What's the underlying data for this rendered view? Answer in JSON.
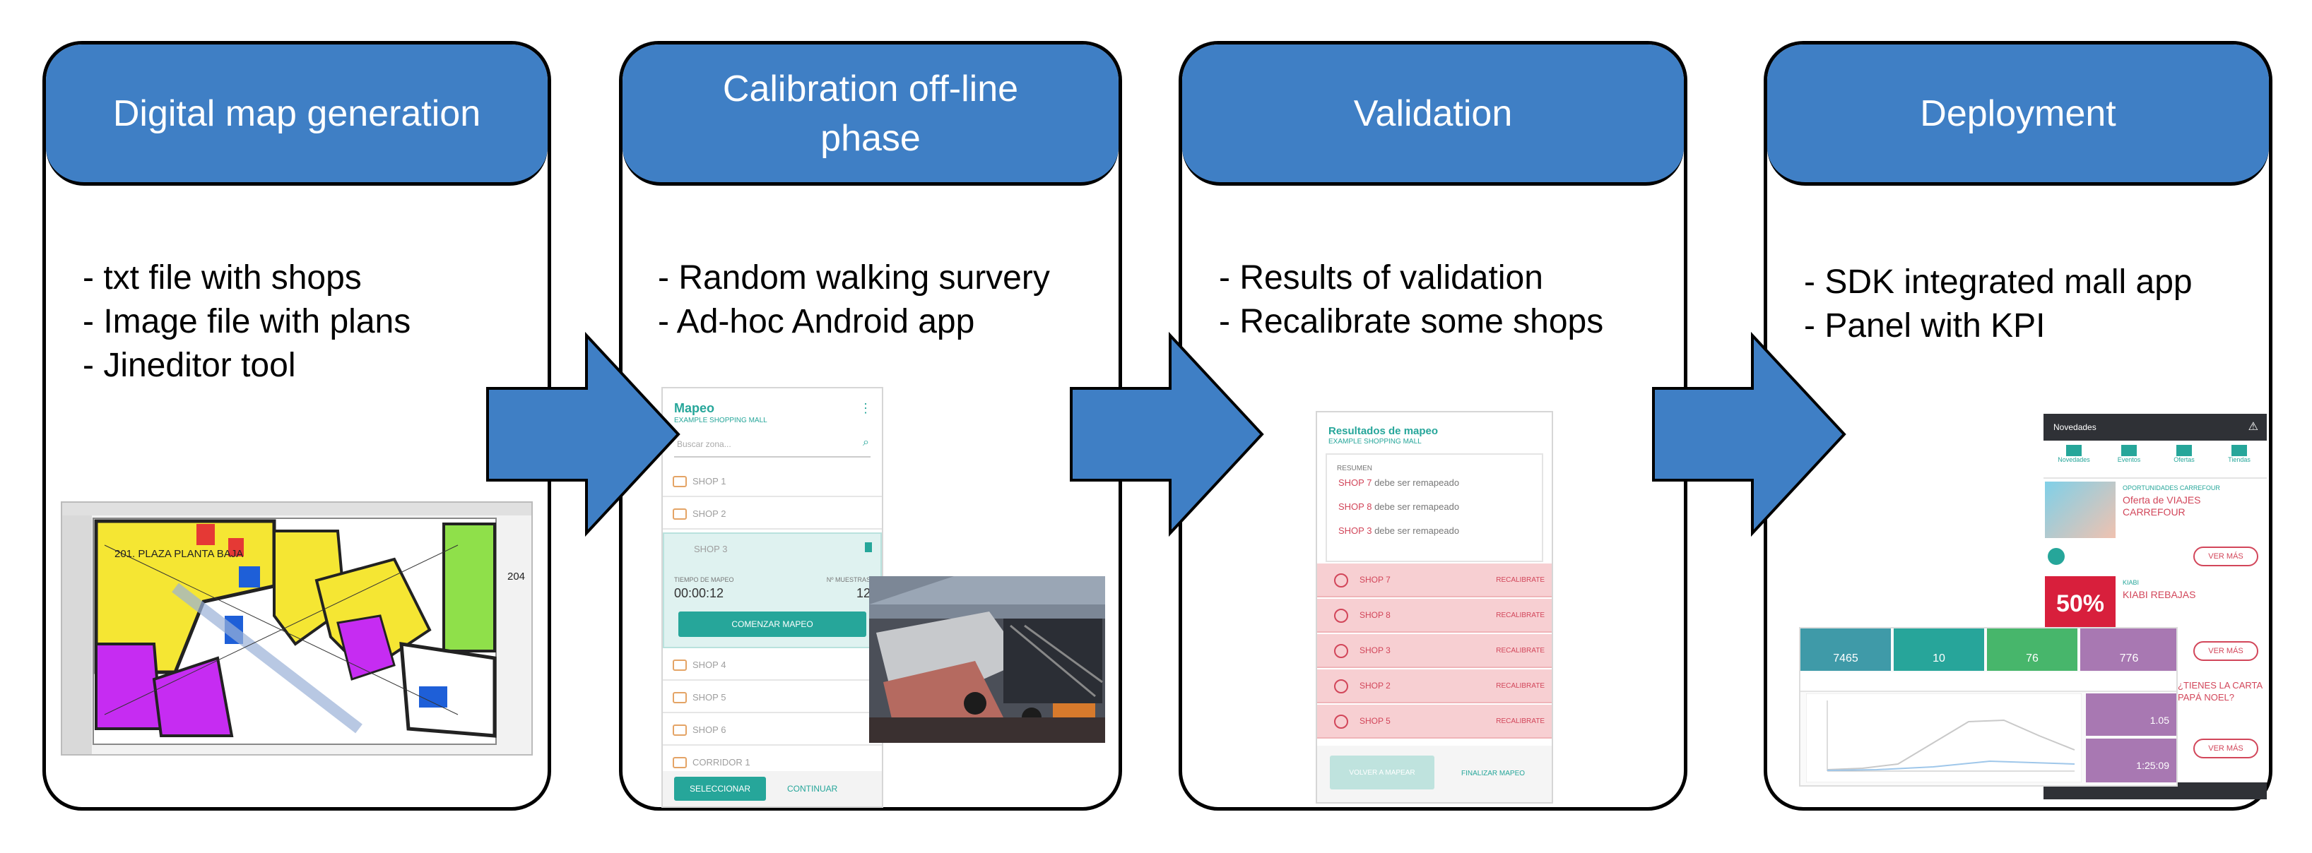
{
  "stages": [
    {
      "title": "Digital map generation",
      "bullets": [
        "- txt file with shops",
        "- Image file with plans",
        "- Jineditor tool"
      ]
    },
    {
      "title": "Calibration off-line phase",
      "bullets": [
        "- Random walking survery",
        "- Ad-hoc Android app"
      ]
    },
    {
      "title": "Validation",
      "bullets": [
        "- Results of validation",
        "- Recalibrate some shops"
      ]
    },
    {
      "title": "Deployment",
      "bullets": [
        "- SDK integrated mall app",
        "- Panel with KPI"
      ]
    }
  ],
  "map_thumb": {
    "label_1": "201. PLAZA PLANTA BAJA",
    "label_2": "204"
  },
  "calib_phone": {
    "title": "Mapeo",
    "subtitle": "EXAMPLE SHOPPING MALL",
    "search_placeholder": "Buscar zona...",
    "rows_top": [
      "SHOP 1",
      "SHOP 2"
    ],
    "selected_row": "SHOP 3",
    "timer_label": "TIEMPO DE MAPEO",
    "timer_value": "00:00:12",
    "samples_label": "Nº MUESTRAS",
    "samples_value": "12",
    "start_button": "COMENZAR MAPEO",
    "rows_bottom": [
      "SHOP 4",
      "SHOP 5",
      "SHOP 6",
      "CORRIDOR 1"
    ],
    "footer_left": "SELECCIONAR",
    "footer_right": "CONTINUAR"
  },
  "valid_phone": {
    "title": "Resultados de mapeo",
    "subtitle": "EXAMPLE SHOPPING MALL",
    "summary_label": "RESUMEN",
    "summary_lines": [
      {
        "shop": "SHOP 7",
        "text": "debe ser remapeado"
      },
      {
        "shop": "SHOP 8",
        "text": "debe ser remapeado"
      },
      {
        "shop": "SHOP 3",
        "text": "debe ser remapeado"
      }
    ],
    "rows": [
      "SHOP 7",
      "SHOP 8",
      "SHOP 3",
      "SHOP 2",
      "SHOP 5"
    ],
    "row_action": "RECALIBRATE",
    "footer_left": "VOLVER A MAPEAR",
    "footer_right": "FINALIZAR MAPEO"
  },
  "deploy_app": {
    "header": "Novedades",
    "tabs": [
      "Novedades",
      "Eventos",
      "Ofertas",
      "Tiendas"
    ],
    "item1_kicker": "OPORTUNIDADES CARREFOUR",
    "item1_title": "Oferta de VIAJES CARREFOUR",
    "item2_kicker": "KIABI",
    "item2_title": "KIABI REBAJAS",
    "badge": "50%",
    "item3_title": "¿TIENES LA CARTA PAPÁ NOEL?",
    "cta": "VER MÁS"
  },
  "deploy_panel": {
    "tiles": [
      "7465",
      "10",
      "76",
      "776"
    ],
    "side_values": [
      "1.05",
      "1:25:09"
    ]
  },
  "colors": {
    "header": "#3f7fc5",
    "arrow": "#3f7fc5",
    "teal": "#26a69a",
    "alert": "#d2465a"
  }
}
